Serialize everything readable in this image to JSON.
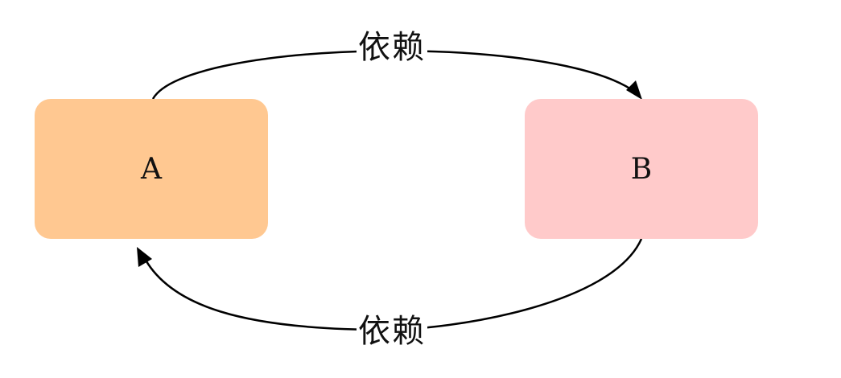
{
  "nodes": {
    "a": {
      "label": "A",
      "color": "#ffc891"
    },
    "b": {
      "label": "B",
      "color": "#ffcaca"
    }
  },
  "edges": {
    "top": {
      "label": "依赖",
      "from": "A",
      "to": "B"
    },
    "bottom": {
      "label": "依赖",
      "from": "B",
      "to": "A"
    }
  },
  "colors": {
    "edge": "#000000",
    "background": "#ffffff"
  }
}
